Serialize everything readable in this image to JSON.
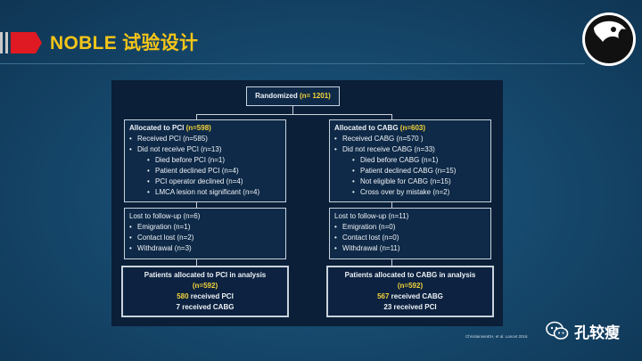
{
  "slide": {
    "title": "NOBLE 试验设计",
    "citation": "ChristiansenEH, et al. Lancet 2016",
    "watermark": "孔较瘦"
  },
  "flowchart": {
    "randomized": {
      "label": "Randomized",
      "n": "(n= 1201)"
    },
    "pci": {
      "allocated": {
        "label": "Allocated to PCI",
        "n": "(n=598)",
        "received": "Received  PCI (n=585)",
        "not_received": "Did not receive PCI (n=13)",
        "reasons": [
          "Died before PCI (n=1)",
          "Patient declined PCI (n=4)",
          "PCI operator declined (n=4)",
          "LMCA lesion not significant (n=4)"
        ]
      },
      "followup": {
        "label": "Lost to follow-up (n=6)",
        "items": [
          "Emigration (n=1)",
          "Contact lost (n=2)",
          "Withdrawal (n=3)"
        ]
      },
      "analysis": {
        "label": "Patients allocated to PCI in analysis",
        "n": "(n=592)",
        "line1_num": "580",
        "line1_text": " received PCI",
        "line2": "7 received CABG"
      }
    },
    "cabg": {
      "allocated": {
        "label": "Allocated to CABG",
        "n": "(n=603)",
        "received": "Received  CABG (n=570 )",
        "not_received": "Did not receive CABG (n=33)",
        "reasons": [
          "Died before CABG (n=1)",
          "Patient declined CABG (n=15)",
          "Not eligible for CABG (n=15)",
          "Cross over by mistake (n=2)"
        ]
      },
      "followup": {
        "label": "Lost to follow-up (n=11)",
        "items": [
          "Emigration (n=0)",
          "Contact lost (n=0)",
          "Withdrawal (n=11)"
        ]
      },
      "analysis": {
        "label": "Patients allocated to CABG in analysis",
        "n": "(n=592)",
        "line1_num": "567",
        "line1_text": " received CABG",
        "line2": "23 received PCI"
      }
    }
  },
  "colors": {
    "title": "#f5c518",
    "highlight": "#f5d43a",
    "accent_red": "#e01a22"
  },
  "icons": {
    "title_marker": "red-arrow-icon",
    "logo": "panda-logo-icon",
    "watermark": "wechat-icon"
  }
}
